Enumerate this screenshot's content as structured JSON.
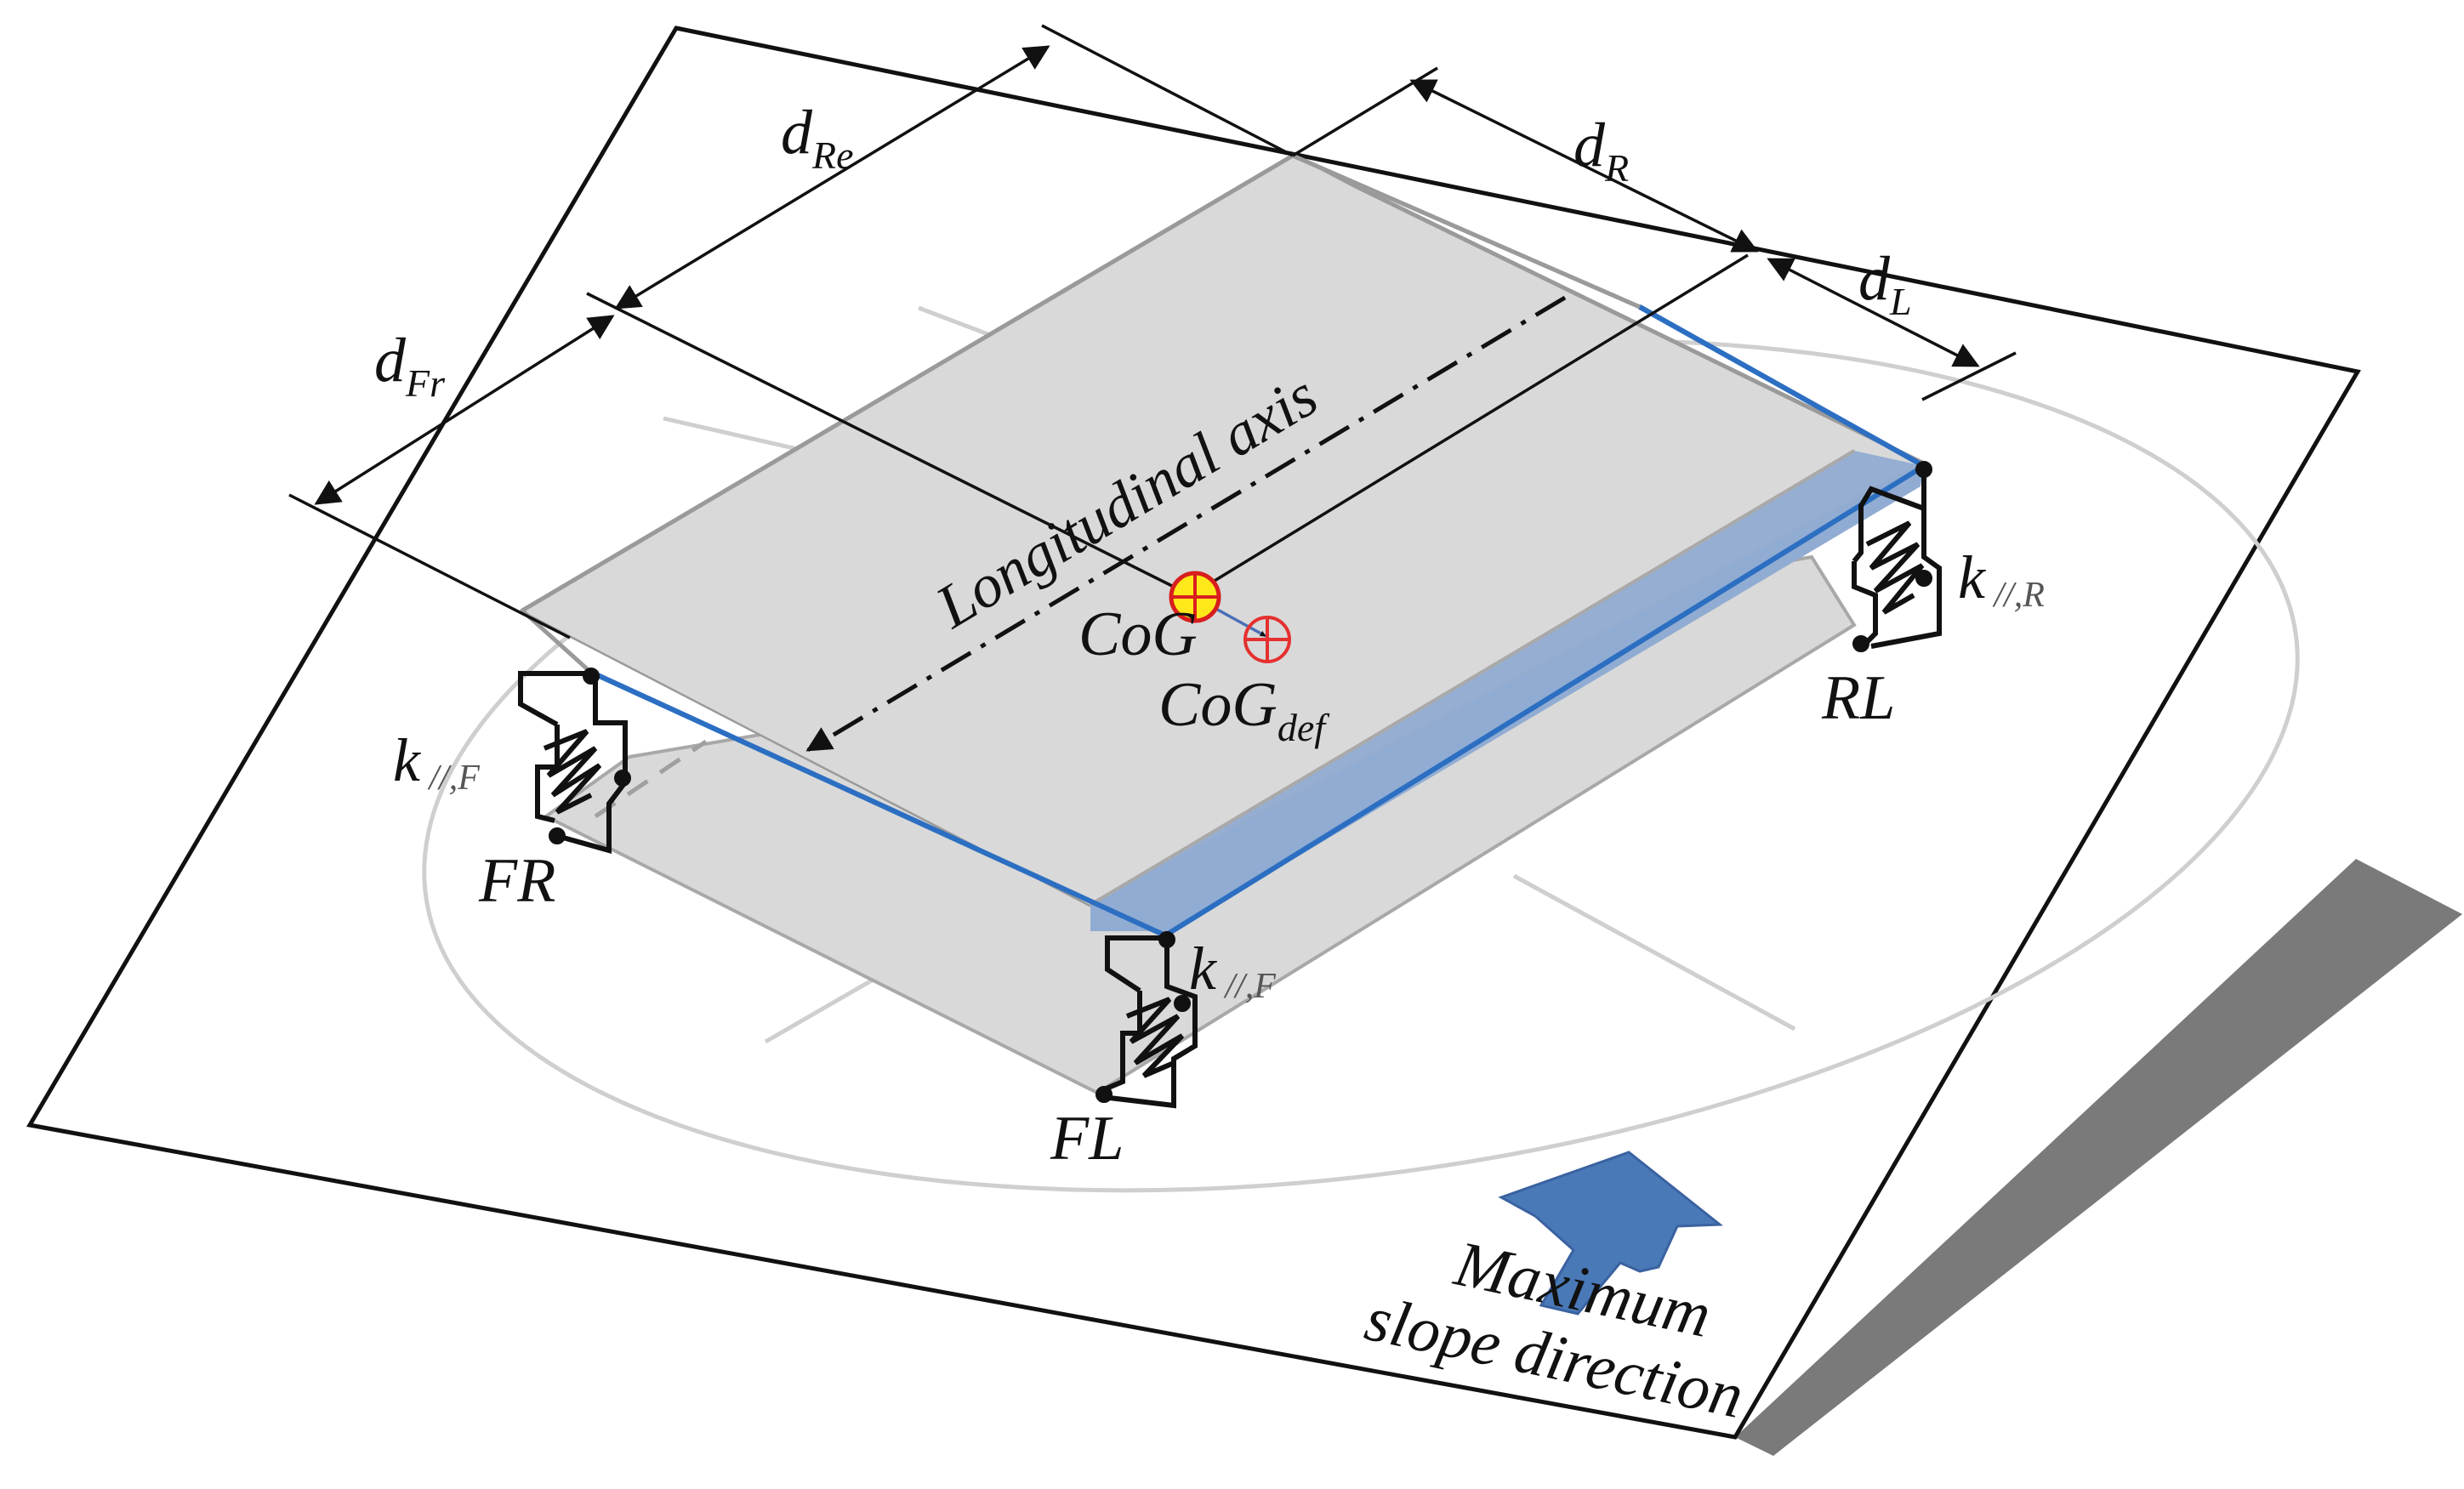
{
  "labels": {
    "d_re": {
      "main": "d",
      "sub": "Re"
    },
    "d_r": {
      "main": "d",
      "sub": "R"
    },
    "d_l": {
      "main": "d",
      "sub": "L"
    },
    "d_fr": {
      "main": "d",
      "sub": "Fr"
    },
    "longitudinal_axis": "Longitudinal axis",
    "cog": "CoG",
    "cog_def": {
      "main": "CoG",
      "sub": "def"
    },
    "k_front_right": {
      "main": "k",
      "sub": " //,F"
    },
    "k_front_left": {
      "main": "k",
      "sub": " //,F"
    },
    "k_rear": {
      "main": "k",
      "sub": " //,R"
    },
    "corner_fr": "FR",
    "corner_fl": "FL",
    "corner_rl": "RL",
    "slope_line1": "Maximum",
    "slope_line2": "slope direction"
  },
  "colors": {
    "outline": "#111111",
    "plate_fill": "#d9d9d9",
    "plate_edge": "#9a9a9a",
    "blue_band": "#91acd2",
    "blue_edge": "#2c6fc2",
    "circle": "#cfcfcf",
    "shadow": "#7a7a7a",
    "arrow": "#4a79b8",
    "cog_fill": "#ffe81a",
    "cog_ring": "#d81e1e",
    "cog_def_ring": "#e53030"
  }
}
